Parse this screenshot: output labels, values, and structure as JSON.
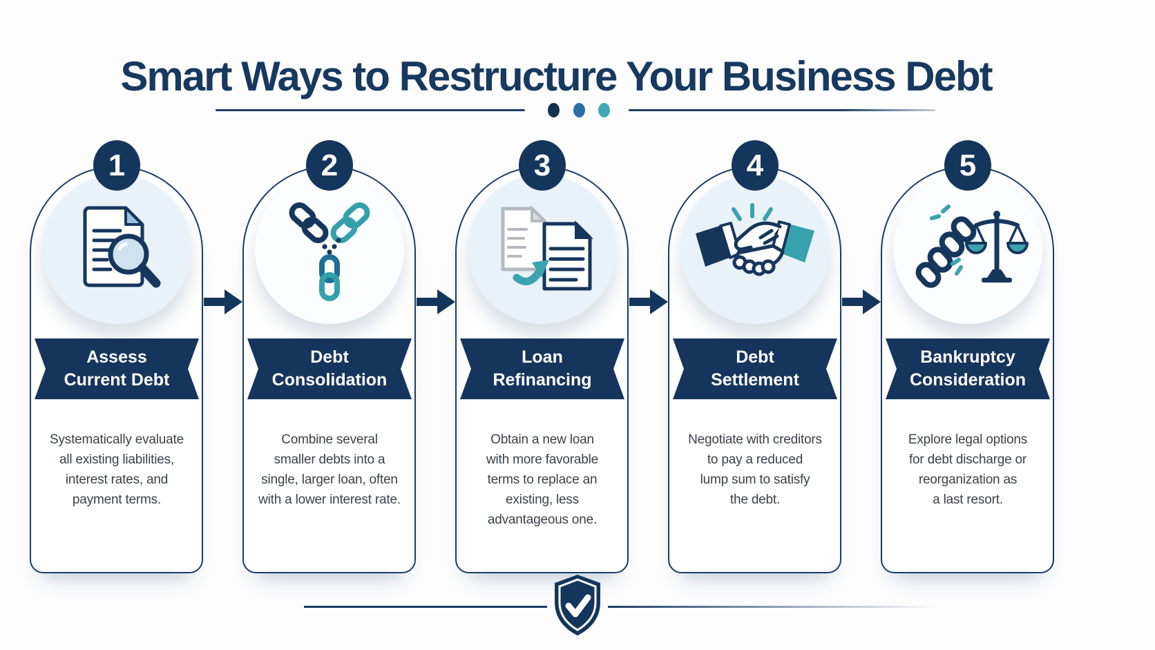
{
  "header": {
    "title": "Smart Ways to Restructure Your Business Debt",
    "divider": {
      "dot_colors": [
        "#12304f",
        "#2d6da8",
        "#3fa9b5"
      ]
    }
  },
  "steps": [
    {
      "number": "1",
      "icon": "document-magnifier-icon",
      "title": "Assess\nCurrent Debt",
      "description": "Systematically evaluate\nall existing liabilities,\ninterest rates, and\npayment terms."
    },
    {
      "number": "2",
      "icon": "chains-merge-icon",
      "title": "Debt\nConsolidation",
      "description": "Combine several\nsmaller debts into a\nsingle, larger loan, often\nwith a lower interest rate."
    },
    {
      "number": "3",
      "icon": "document-refinance-icon",
      "title": "Loan\nRefinancing",
      "description": "Obtain a new loan\nwith more favorable\nterms to replace an\nexisting, less\nadvantageous one."
    },
    {
      "number": "4",
      "icon": "handshake-icon",
      "title": "Debt\nSettlement",
      "description": "Negotiate with creditors\nto pay a reduced\nlump sum to satisfy\nthe debt."
    },
    {
      "number": "5",
      "icon": "broken-chain-scales-icon",
      "title": "Bankruptcy\nConsideration",
      "description": "Explore legal options\nfor debt discharge or\nreorganization as\na last resort."
    }
  ],
  "footer": {
    "icon": "shield-check-icon"
  },
  "colors": {
    "navy": "#16365c",
    "border_navy": "#1c3c64",
    "medium_blue": "#2d6da8",
    "teal": "#3aa3ae",
    "light_blue_circle": "#e9f1f9",
    "document_gray": "#b4b9c0",
    "body_text": "#3b4148",
    "background": "#fdfdfe"
  }
}
